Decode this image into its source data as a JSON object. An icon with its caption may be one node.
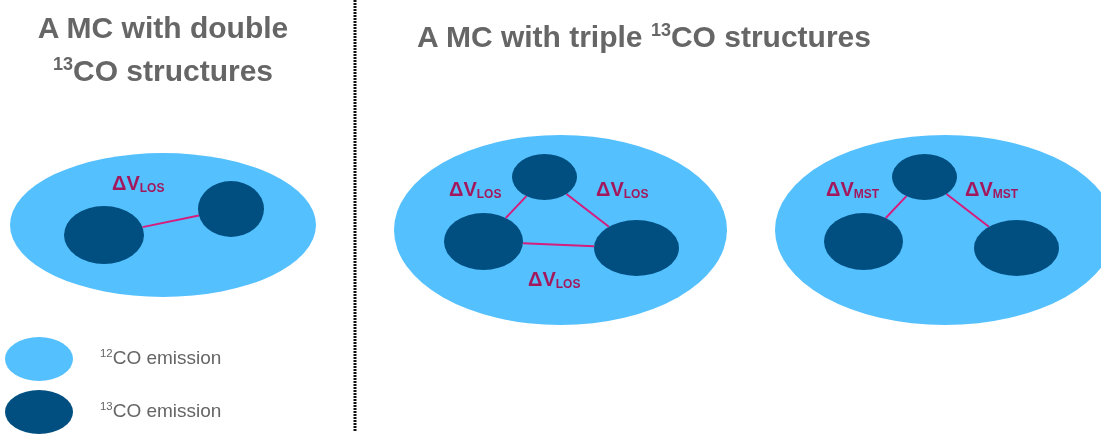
{
  "diagram": {
    "nodes": [
      {
        "text": [],
        "shape": "ellipse"
      },
      {
        "text": [],
        "shape": "ellipse",
        "in": 0
      },
      {
        "text": [],
        "shape": "ellipse",
        "in": 0
      },
      {
        "text": [],
        "shape": "ellipse"
      },
      {
        "text": [],
        "shape": "ellipse",
        "in": 3
      },
      {
        "text": [],
        "shape": "ellipse",
        "in": 3
      },
      {
        "text": [],
        "shape": "ellipse",
        "in": 3
      },
      {
        "text": [],
        "shape": "ellipse"
      },
      {
        "text": [],
        "shape": "ellipse",
        "in": 7
      },
      {
        "text": [],
        "shape": "ellipse",
        "in": 7
      },
      {
        "text": [],
        "shape": "ellipse",
        "in": 7
      }
    ],
    "edges": [
      {
        "from": 1,
        "to": 2,
        "arrow": "none",
        "label": "ΔV$_{LOS}$"
      },
      {
        "from": 4,
        "to": 5,
        "arrow": "none",
        "label": "ΔV$_{LOS}$"
      },
      {
        "from": 4,
        "to": 6,
        "arrow": "none",
        "label": "ΔV$_{LOS}$"
      },
      {
        "from": 5,
        "to": 6,
        "arrow": "none",
        "label": "ΔV$_{LOS}$"
      },
      {
        "from": 8,
        "to": 9,
        "arrow": "none",
        "label": "ΔV$_{MST}$"
      },
      {
        "from": 8,
        "to": 10,
        "arrow": "none",
        "label": "ΔV$_{MST}$"
      }
    ],
    "labels": [
      "A MC with double $^{13}$CO structures",
      "A MC with triple $^{13}$CO structures"
    ],
    "legend": [
      {
        "text": "$^{12}$CO emission",
        "color": "#55c0fe"
      },
      {
        "text": "$^{13}$CO emission",
        "color": "#004f80"
      }
    ]
  }
}
